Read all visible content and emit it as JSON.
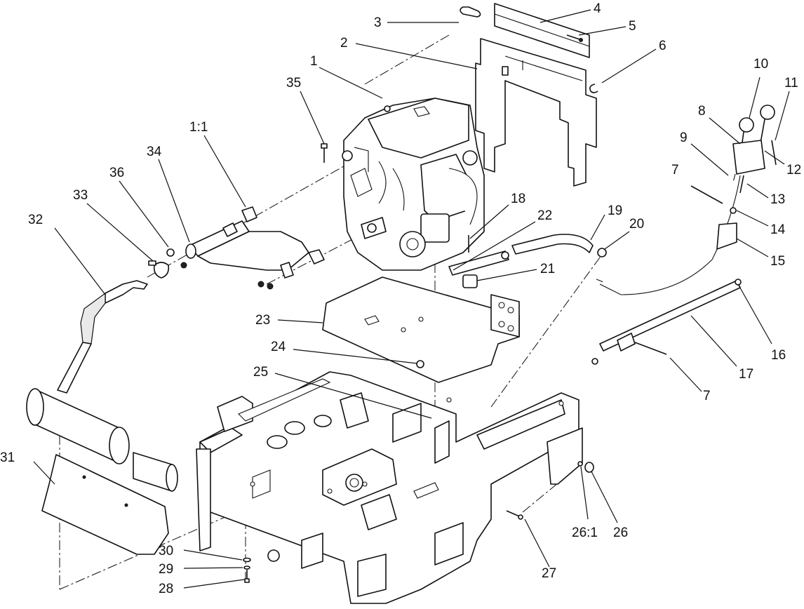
{
  "diagram": {
    "callouts": [
      {
        "id": "c1",
        "label": "1"
      },
      {
        "id": "c1-1",
        "label": "1:1"
      },
      {
        "id": "c2",
        "label": "2"
      },
      {
        "id": "c3",
        "label": "3"
      },
      {
        "id": "c4",
        "label": "4"
      },
      {
        "id": "c5",
        "label": "5"
      },
      {
        "id": "c6",
        "label": "6"
      },
      {
        "id": "c7a",
        "label": "7"
      },
      {
        "id": "c7b",
        "label": "7"
      },
      {
        "id": "c8",
        "label": "8"
      },
      {
        "id": "c9",
        "label": "9"
      },
      {
        "id": "c10",
        "label": "10"
      },
      {
        "id": "c11",
        "label": "11"
      },
      {
        "id": "c12",
        "label": "12"
      },
      {
        "id": "c13",
        "label": "13"
      },
      {
        "id": "c14",
        "label": "14"
      },
      {
        "id": "c15",
        "label": "15"
      },
      {
        "id": "c16",
        "label": "16"
      },
      {
        "id": "c17",
        "label": "17"
      },
      {
        "id": "c18",
        "label": "18"
      },
      {
        "id": "c19",
        "label": "19"
      },
      {
        "id": "c20",
        "label": "20"
      },
      {
        "id": "c21",
        "label": "21"
      },
      {
        "id": "c22",
        "label": "22"
      },
      {
        "id": "c23",
        "label": "23"
      },
      {
        "id": "c24",
        "label": "24"
      },
      {
        "id": "c25",
        "label": "25"
      },
      {
        "id": "c26",
        "label": "26"
      },
      {
        "id": "c26-1",
        "label": "26:1"
      },
      {
        "id": "c27",
        "label": "27"
      },
      {
        "id": "c28",
        "label": "28"
      },
      {
        "id": "c29",
        "label": "29"
      },
      {
        "id": "c30",
        "label": "30"
      },
      {
        "id": "c31",
        "label": "31"
      },
      {
        "id": "c32",
        "label": "32"
      },
      {
        "id": "c33",
        "label": "33"
      },
      {
        "id": "c34",
        "label": "34"
      },
      {
        "id": "c35",
        "label": "35"
      },
      {
        "id": "c36",
        "label": "36"
      }
    ]
  }
}
